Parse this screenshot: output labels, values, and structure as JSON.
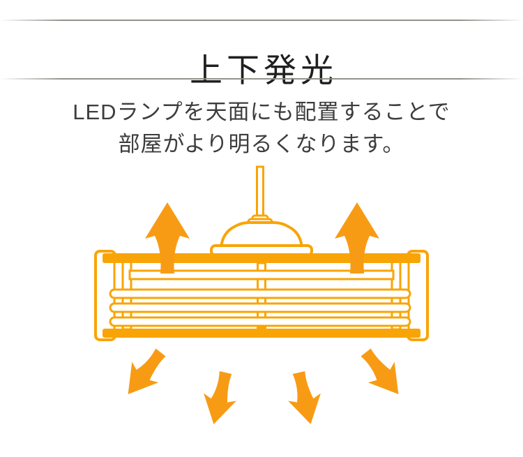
{
  "page": {
    "title": "上下発光",
    "description_line1": "LEDランプを天面にも配置することで",
    "description_line2": "部屋がより明るくなります。"
  },
  "colors": {
    "accent_orange": "#F9A406",
    "arrow_orange": "#F89B14",
    "title_text": "#1F1F1F",
    "body_text": "#3D3D3D",
    "divider_gray": "#8C8C85",
    "background": "#FFFFFF"
  },
  "illustration": {
    "name": "ceiling-light-up-down-emission-diagram",
    "up_arrow_count": 2,
    "down_arrow_count": 4
  }
}
